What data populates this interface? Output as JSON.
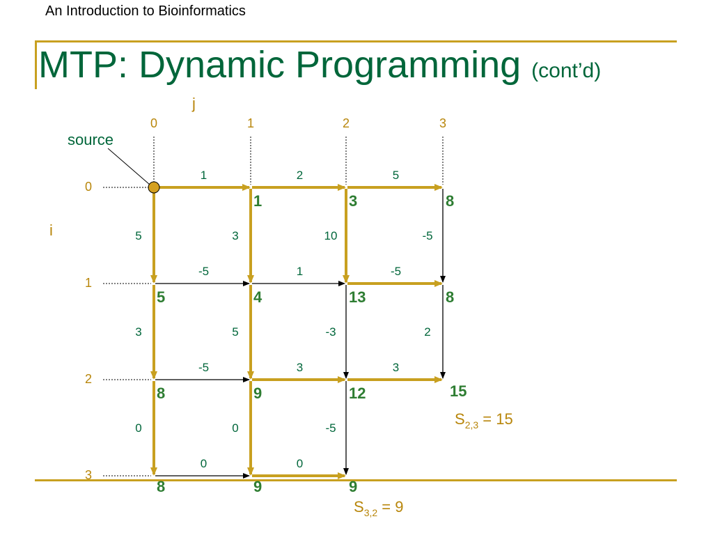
{
  "header": {
    "text": "An Introduction to Bioinformatics"
  },
  "title": {
    "main": "MTP: Dynamic Programming",
    "sub": "(cont’d)"
  },
  "axes": {
    "j_label": "j",
    "i_label": "i",
    "source_label": "source"
  },
  "col_labels": [
    "0",
    "1",
    "2",
    "3"
  ],
  "row_labels": [
    "0",
    "1",
    "2",
    "3"
  ],
  "h_weights": [
    [
      "1",
      "2",
      "5"
    ],
    [
      "-5",
      "1",
      "-5"
    ],
    [
      "-5",
      "3",
      "3"
    ],
    [
      "0",
      "0"
    ]
  ],
  "v_weights": [
    [
      "5",
      "3",
      "10",
      "-5"
    ],
    [
      "3",
      "5",
      "-3",
      "2"
    ],
    [
      "0",
      "0",
      "-5"
    ]
  ],
  "scores": [
    [
      "",
      "1",
      "3",
      "8"
    ],
    [
      "5",
      "4",
      "13",
      "8"
    ],
    [
      "8",
      "9",
      "12",
      "15"
    ],
    [
      "8",
      "9",
      "9"
    ]
  ],
  "highlighted_h": [
    [
      0,
      0
    ],
    [
      0,
      1
    ],
    [
      0,
      2
    ],
    [
      1,
      2
    ],
    [
      2,
      1
    ],
    [
      2,
      2
    ],
    [
      3,
      1
    ]
  ],
  "highlighted_v": [
    [
      0,
      0
    ],
    [
      0,
      1
    ],
    [
      0,
      2
    ],
    [
      1,
      0
    ],
    [
      1,
      1
    ],
    [
      2,
      0
    ],
    [
      2,
      1
    ]
  ],
  "results": [
    {
      "letter": "S",
      "sub": "2,3",
      "value": " = 15"
    },
    {
      "letter": "S",
      "sub": "3,2",
      "value": " = 9"
    }
  ],
  "colors": {
    "gold": "#c8a020",
    "black": "#000000",
    "node": "#d4a020"
  }
}
